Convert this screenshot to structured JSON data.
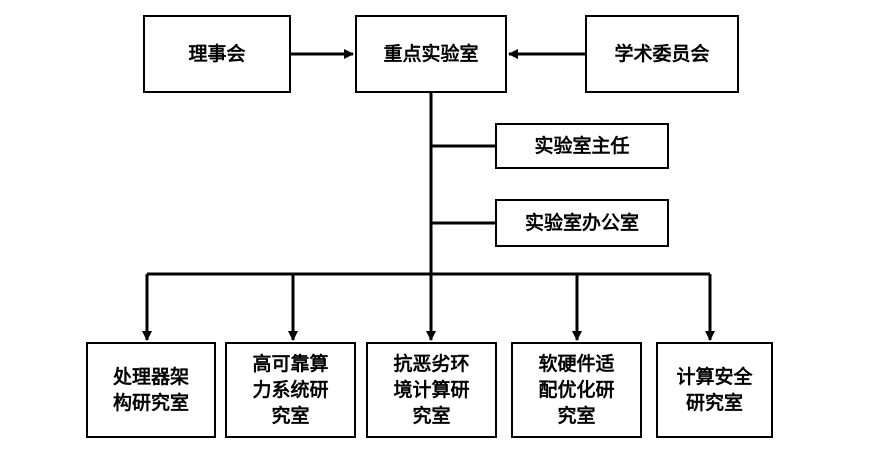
{
  "diagram": {
    "top_row": {
      "board": "理事会",
      "lab": "重点实验室",
      "committee": "学术委员会"
    },
    "side_nodes": {
      "director": "实验室主任",
      "office": "实验室办公室"
    },
    "research_labs": [
      "处理器架\n构研究室",
      "高可靠算\n力系统研\n究室",
      "抗恶劣环\n境计算研\n究室",
      "软硬件适\n配优化研\n究室",
      "计算安全\n研究室"
    ]
  }
}
